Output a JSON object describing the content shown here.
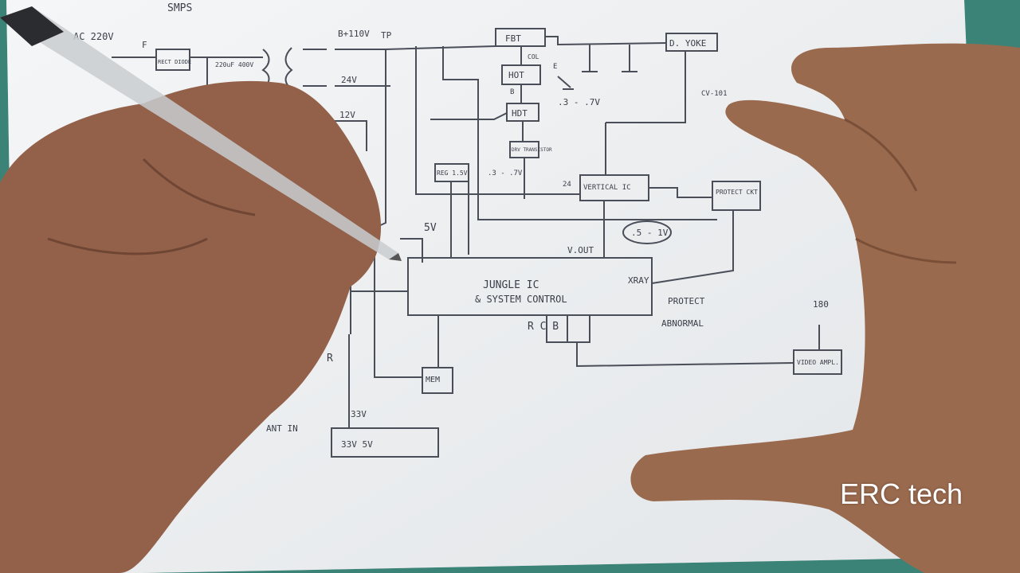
{
  "watermark": "ERC tech",
  "schematic": {
    "title": "SMPS",
    "ac_input": "AC 220V",
    "fuse": "F",
    "rect_diode": "RECT DIODE",
    "cap": "220uF 400V",
    "b_plus": "B+110V",
    "tp": "TP",
    "v24": "24V",
    "v12": "12V",
    "v5": "5V",
    "fbt": "FBT",
    "hot": "HOT",
    "hdt": "HDT",
    "drv": "DRV TRANSISTOR",
    "d_yoke": "D. YOKE",
    "col": "COL",
    "e": "E",
    "b": "B",
    "v_range": ".3 - .7V",
    "reg": "REG 1.5V",
    "vert_ic": "VERTICAL IC",
    "protect_ckt": "PROTECT CKT",
    "v_out": "V.OUT",
    "v_range2": ".5 - 1V",
    "v_range3": ".3 - .7V",
    "v24b": "24",
    "jungle1": "JUNGLE IC",
    "jungle2": "& SYSTEM CONTROL",
    "xray": "XRAY",
    "protect": "PROTECT",
    "abnormal": "ABNORMAL",
    "rcb": "R  C  B",
    "video": "VIDEO AMPL.",
    "v180": "180",
    "mem": "MEM",
    "r": "R",
    "v33": "33V",
    "tuner": "33V  5V",
    "ant": "ANT IN",
    "cv": "CV-101"
  }
}
